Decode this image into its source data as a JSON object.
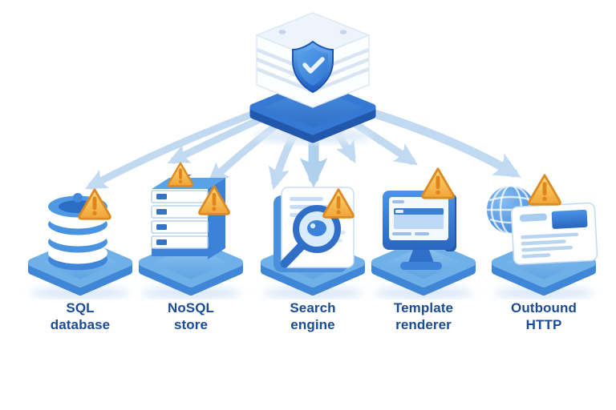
{
  "diagram": {
    "background": "#ffffff",
    "hub": {
      "icon": "server-stack-with-shield-check-icon"
    },
    "nodes": [
      {
        "id": "sql-database",
        "label": "SQL\ndatabase",
        "icon": "database-cylinder-icon",
        "warning_count": 1
      },
      {
        "id": "nosql-store",
        "label": "NoSQL\nstore",
        "icon": "stacked-server-tower-icon",
        "warning_count": 2
      },
      {
        "id": "search-engine",
        "label": "Search\nengine",
        "icon": "magnifier-over-document-icon",
        "warning_count": 1
      },
      {
        "id": "template-renderer",
        "label": "Template\nrenderer",
        "icon": "monitor-template-icon",
        "warning_count": 1
      },
      {
        "id": "outbound-http",
        "label": "Outbound\nHTTP",
        "icon": "globe-with-webpage-icon",
        "warning_count": 1
      }
    ],
    "edges": [
      {
        "from": "hub",
        "to": "sql-database"
      },
      {
        "from": "hub",
        "to": "nosql-store"
      },
      {
        "from": "hub",
        "to": "search-engine"
      },
      {
        "from": "hub",
        "to": "template-renderer"
      },
      {
        "from": "hub",
        "to": "outbound-http"
      }
    ],
    "colors": {
      "label_text": "#1b4b96",
      "arrow": "#b9d6f0",
      "warning_fill": "#f5b03f",
      "warning_border": "#dd8a22",
      "primary_blue": "#3b82d8",
      "platform_blue": "#5aa2e2",
      "shield_blue": "#2263c8"
    }
  }
}
